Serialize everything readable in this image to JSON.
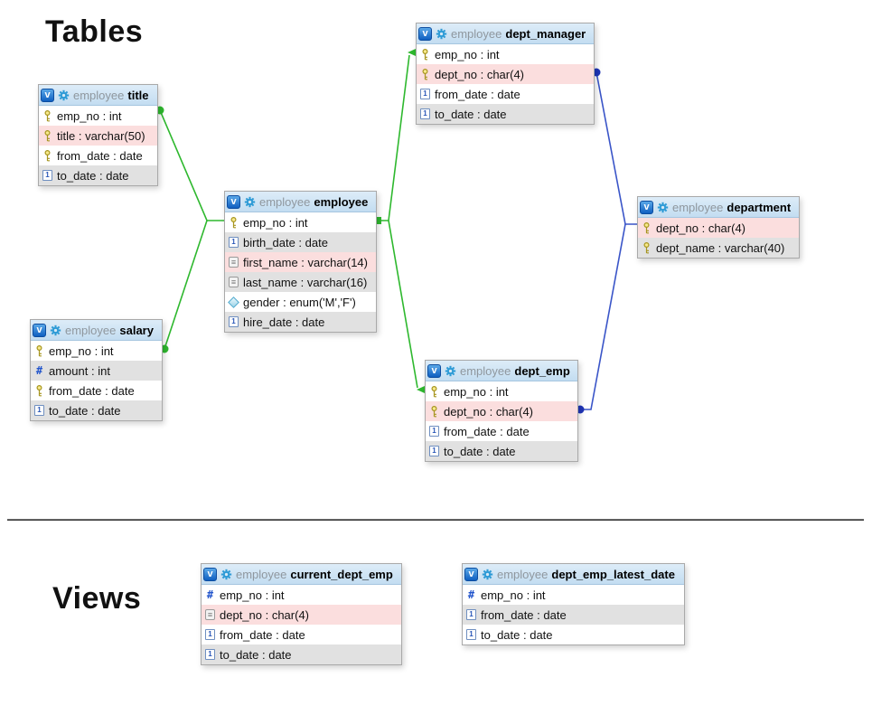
{
  "headings": {
    "tables": "Tables",
    "views": "Views"
  },
  "schema_name": "employee",
  "colors": {
    "header_bg": "#cde1f3",
    "row_pink": "#fbdede",
    "row_gray": "#e1e1e1",
    "row_white": "#ffffff",
    "green_connector": "#2eb82e",
    "blue_connector": "#3a55c8",
    "badge_blue": "#0f5fc0"
  },
  "tables": [
    {
      "badge": "v",
      "schema": "employee",
      "name": "title",
      "columns": [
        {
          "icon": "key",
          "text": "emp_no : int",
          "bg": "white"
        },
        {
          "icon": "key",
          "text": "title : varchar(50)",
          "bg": "pink"
        },
        {
          "icon": "key",
          "text": "from_date : date",
          "bg": "white"
        },
        {
          "icon": "date",
          "text": "to_date : date",
          "bg": "gray"
        }
      ]
    },
    {
      "badge": "v",
      "schema": "employee",
      "name": "dept_manager",
      "columns": [
        {
          "icon": "key",
          "text": "emp_no : int",
          "bg": "white"
        },
        {
          "icon": "key",
          "text": "dept_no : char(4)",
          "bg": "pink"
        },
        {
          "icon": "date",
          "text": "from_date : date",
          "bg": "white"
        },
        {
          "icon": "date",
          "text": "to_date : date",
          "bg": "gray"
        }
      ]
    },
    {
      "badge": "v",
      "schema": "employee",
      "name": "employee",
      "columns": [
        {
          "icon": "key",
          "text": "emp_no : int",
          "bg": "white"
        },
        {
          "icon": "date",
          "text": "birth_date : date",
          "bg": "gray"
        },
        {
          "icon": "text",
          "text": "first_name : varchar(14)",
          "bg": "pink"
        },
        {
          "icon": "text",
          "text": "last_name : varchar(16)",
          "bg": "gray"
        },
        {
          "icon": "diamond",
          "text": "gender : enum('M','F')",
          "bg": "white"
        },
        {
          "icon": "date",
          "text": "hire_date : date",
          "bg": "gray"
        }
      ]
    },
    {
      "badge": "v",
      "schema": "employee",
      "name": "department",
      "columns": [
        {
          "icon": "key",
          "text": "dept_no : char(4)",
          "bg": "pink"
        },
        {
          "icon": "key",
          "text": "dept_name : varchar(40)",
          "bg": "gray"
        }
      ]
    },
    {
      "badge": "v",
      "schema": "employee",
      "name": "salary",
      "columns": [
        {
          "icon": "key",
          "text": "emp_no : int",
          "bg": "white"
        },
        {
          "icon": "num",
          "text": "amount : int",
          "bg": "gray"
        },
        {
          "icon": "key",
          "text": "from_date : date",
          "bg": "white"
        },
        {
          "icon": "date",
          "text": "to_date : date",
          "bg": "gray"
        }
      ]
    },
    {
      "badge": "v",
      "schema": "employee",
      "name": "dept_emp",
      "columns": [
        {
          "icon": "key",
          "text": "emp_no : int",
          "bg": "white"
        },
        {
          "icon": "key",
          "text": "dept_no : char(4)",
          "bg": "pink"
        },
        {
          "icon": "date",
          "text": "from_date : date",
          "bg": "white"
        },
        {
          "icon": "date",
          "text": "to_date : date",
          "bg": "gray"
        }
      ]
    }
  ],
  "views": [
    {
      "badge": "v",
      "schema": "employee",
      "name": "current_dept_emp",
      "columns": [
        {
          "icon": "num",
          "text": "emp_no : int",
          "bg": "white"
        },
        {
          "icon": "text",
          "text": "dept_no : char(4)",
          "bg": "pink"
        },
        {
          "icon": "date",
          "text": "from_date : date",
          "bg": "white"
        },
        {
          "icon": "date",
          "text": "to_date : date",
          "bg": "gray"
        }
      ]
    },
    {
      "badge": "v",
      "schema": "employee",
      "name": "dept_emp_latest_date",
      "columns": [
        {
          "icon": "num",
          "text": "emp_no : int",
          "bg": "white"
        },
        {
          "icon": "date",
          "text": "from_date : date",
          "bg": "gray"
        },
        {
          "icon": "date",
          "text": "to_date : date",
          "bg": "white"
        }
      ]
    }
  ],
  "relationships": [
    {
      "from": "title",
      "to": "employee",
      "color": "green"
    },
    {
      "from": "salary",
      "to": "employee",
      "color": "green"
    },
    {
      "from": "employee",
      "to": "dept_manager",
      "color": "green"
    },
    {
      "from": "employee",
      "to": "dept_emp",
      "color": "green"
    },
    {
      "from": "dept_manager",
      "to": "department",
      "color": "blue"
    },
    {
      "from": "dept_emp",
      "to": "department",
      "color": "blue"
    }
  ]
}
